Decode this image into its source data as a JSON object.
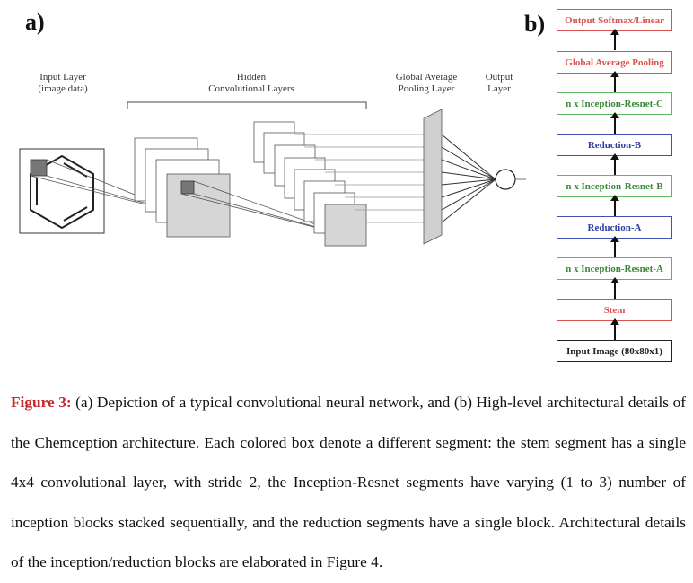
{
  "panel_a": {
    "label": "a)",
    "input_layer_line1": "Input Layer",
    "input_layer_line2": "(image data)",
    "hidden_line1": "Hidden",
    "hidden_line2": "Convolutional Layers",
    "gap_line1": "Global Average",
    "gap_line2": "Pooling Layer",
    "output_line1": "Output",
    "output_line2": "Layer"
  },
  "panel_b": {
    "label": "b)",
    "blocks": [
      {
        "label": "Output Softmax/Linear",
        "color": "#d9534f"
      },
      {
        "label": "Global Average Pooling",
        "color": "#d9534f"
      },
      {
        "label": "n x Inception-Resnet-C",
        "color": "#5cb85c"
      },
      {
        "label": "Reduction-B",
        "color": "#3f51b5"
      },
      {
        "label": "n x Inception-Resnet-B",
        "color": "#5cb85c"
      },
      {
        "label": "Reduction-A",
        "color": "#3f51b5"
      },
      {
        "label": "n x Inception-Resnet-A",
        "color": "#5cb85c"
      },
      {
        "label": "Stem",
        "color": "#d9534f"
      },
      {
        "label": "Input Image (80x80x1)",
        "color": "#222222"
      }
    ]
  },
  "caption": {
    "figure_label": "Figure 3:",
    "text": " (a) Depiction of a typical convolutional neural network, and (b) High-level architectural details of the Chemception architecture. Each colored box denote a different segment: the stem segment has a single 4x4 convolutional layer, with stride 2, the Inception-Resnet segments have varying (1 to 3) number of inception blocks stacked sequentially, and the reduction segments have a single block. Architectural details of the inception/reduction blocks are elaborated in Figure 4."
  }
}
